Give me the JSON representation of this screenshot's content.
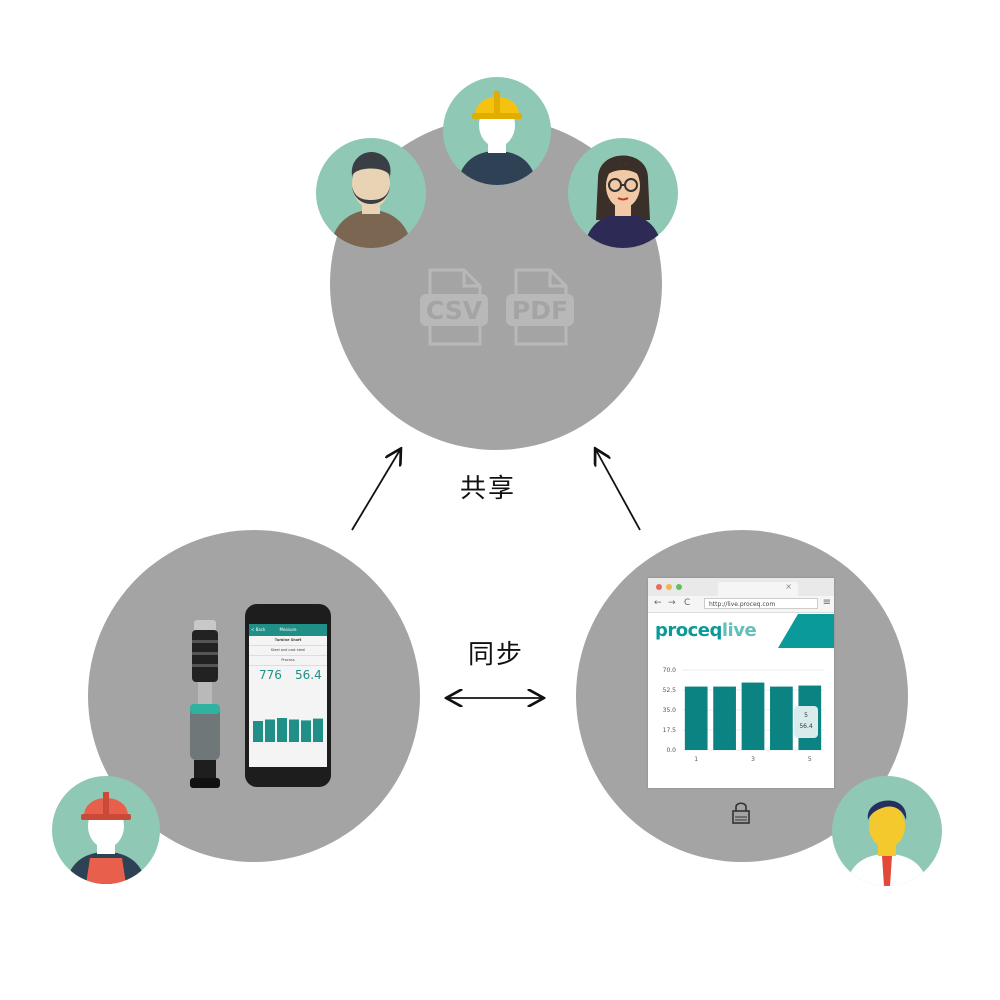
{
  "labels": {
    "share": "共享",
    "sync": "同步"
  },
  "files": [
    {
      "name": "csv-file-icon",
      "text": "CSV"
    },
    {
      "name": "pdf-file-icon",
      "text": "PDF"
    }
  ],
  "browser": {
    "url": "http://live.proceq.com",
    "logo_part1": "proceq",
    "logo_part2": "live",
    "tab_close": "×",
    "nav_back": "←",
    "nav_forward": "→",
    "nav_reload": "C",
    "menu": "≡",
    "tooltip_line1": "5",
    "tooltip_line2": "56.4"
  },
  "chart_data": {
    "type": "bar",
    "categories": [
      "1",
      "2",
      "3",
      "4",
      "5"
    ],
    "x_tick_labels": [
      "1",
      "3",
      "5"
    ],
    "values": [
      55.5,
      55.5,
      59,
      55.5,
      56.4
    ],
    "y_tick_labels": [
      "70.0",
      "52.5",
      "35.0",
      "17.5",
      "0.0"
    ],
    "ylim": [
      0,
      70
    ],
    "grid": true,
    "bar_color": "#0a8382"
  },
  "phone": {
    "header": "Measure",
    "back": "< Back",
    "title": "Turbine Shaft",
    "subtitle": "Steel and cast steel",
    "mode": "Process",
    "reading_left": "776",
    "reading_right": "56.4",
    "bar_values": [
      0.7,
      0.75,
      0.8,
      0.75,
      0.72,
      0.78
    ]
  },
  "colors": {
    "big_circle": "#a4a4a4",
    "avatar_bg": "#8fc9b5",
    "accent": "#0a9a9a"
  },
  "icons": [
    "lock-icon"
  ]
}
